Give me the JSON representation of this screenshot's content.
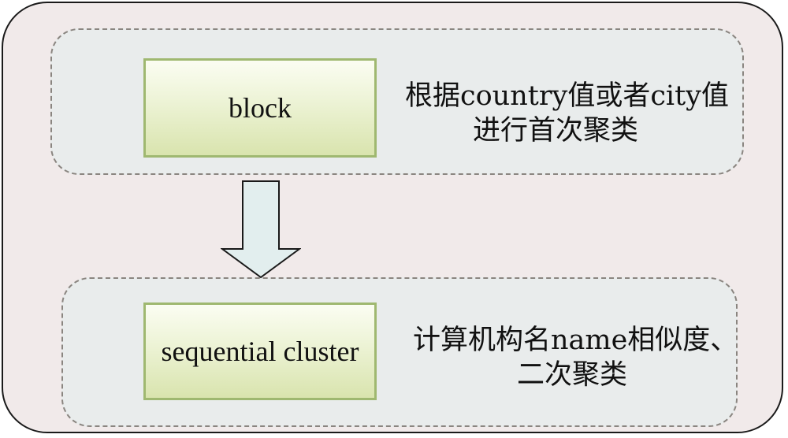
{
  "diagram": {
    "steps": [
      {
        "label": "block",
        "description": [
          "根据country值或者city值",
          "进行首次聚类"
        ]
      },
      {
        "label": "sequential cluster",
        "description": [
          "计算机构名name相似度、",
          "二次聚类"
        ]
      }
    ],
    "colors": {
      "outer_fill": "#f1eaea",
      "panel_fill": "#e9ecec",
      "step_fill_top": "#fbfdf2",
      "step_fill_bottom": "#d9e4ae",
      "step_border": "#9fb870",
      "arrow_fill": "#e2eeee",
      "arrow_stroke": "#1a1a1a"
    }
  }
}
